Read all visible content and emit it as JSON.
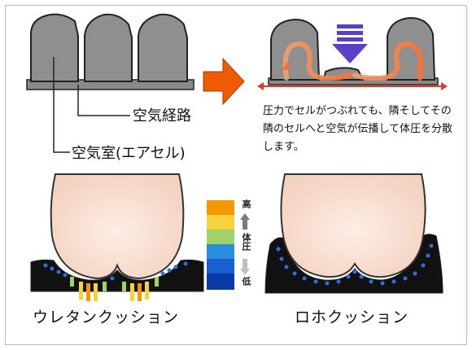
{
  "labels": {
    "air_path": "空気経路",
    "air_chamber": "空気室(エアセル)"
  },
  "description": "圧力でセルがつぶれても、隣そしてその隣のセルへと空気が伝播して体圧を分散します。",
  "captions": {
    "urethane": "ウレタンクッション",
    "roho": "ロホクッション"
  },
  "legend": {
    "high": "高",
    "middle": "体圧",
    "low": "低",
    "colors": [
      "#f39800",
      "#f6d33a",
      "#9fd26a",
      "#2b8fe0",
      "#1a5fd0",
      "#0b3aa8"
    ]
  },
  "colors": {
    "cell_gray": "#8a8a8a",
    "arrow_orange": "#f05a00",
    "arrow_purple": "#5a40c8",
    "skin": "#fbe3d5",
    "cushion_black": "#111111",
    "pressure_blue": "#2e6fe0"
  }
}
